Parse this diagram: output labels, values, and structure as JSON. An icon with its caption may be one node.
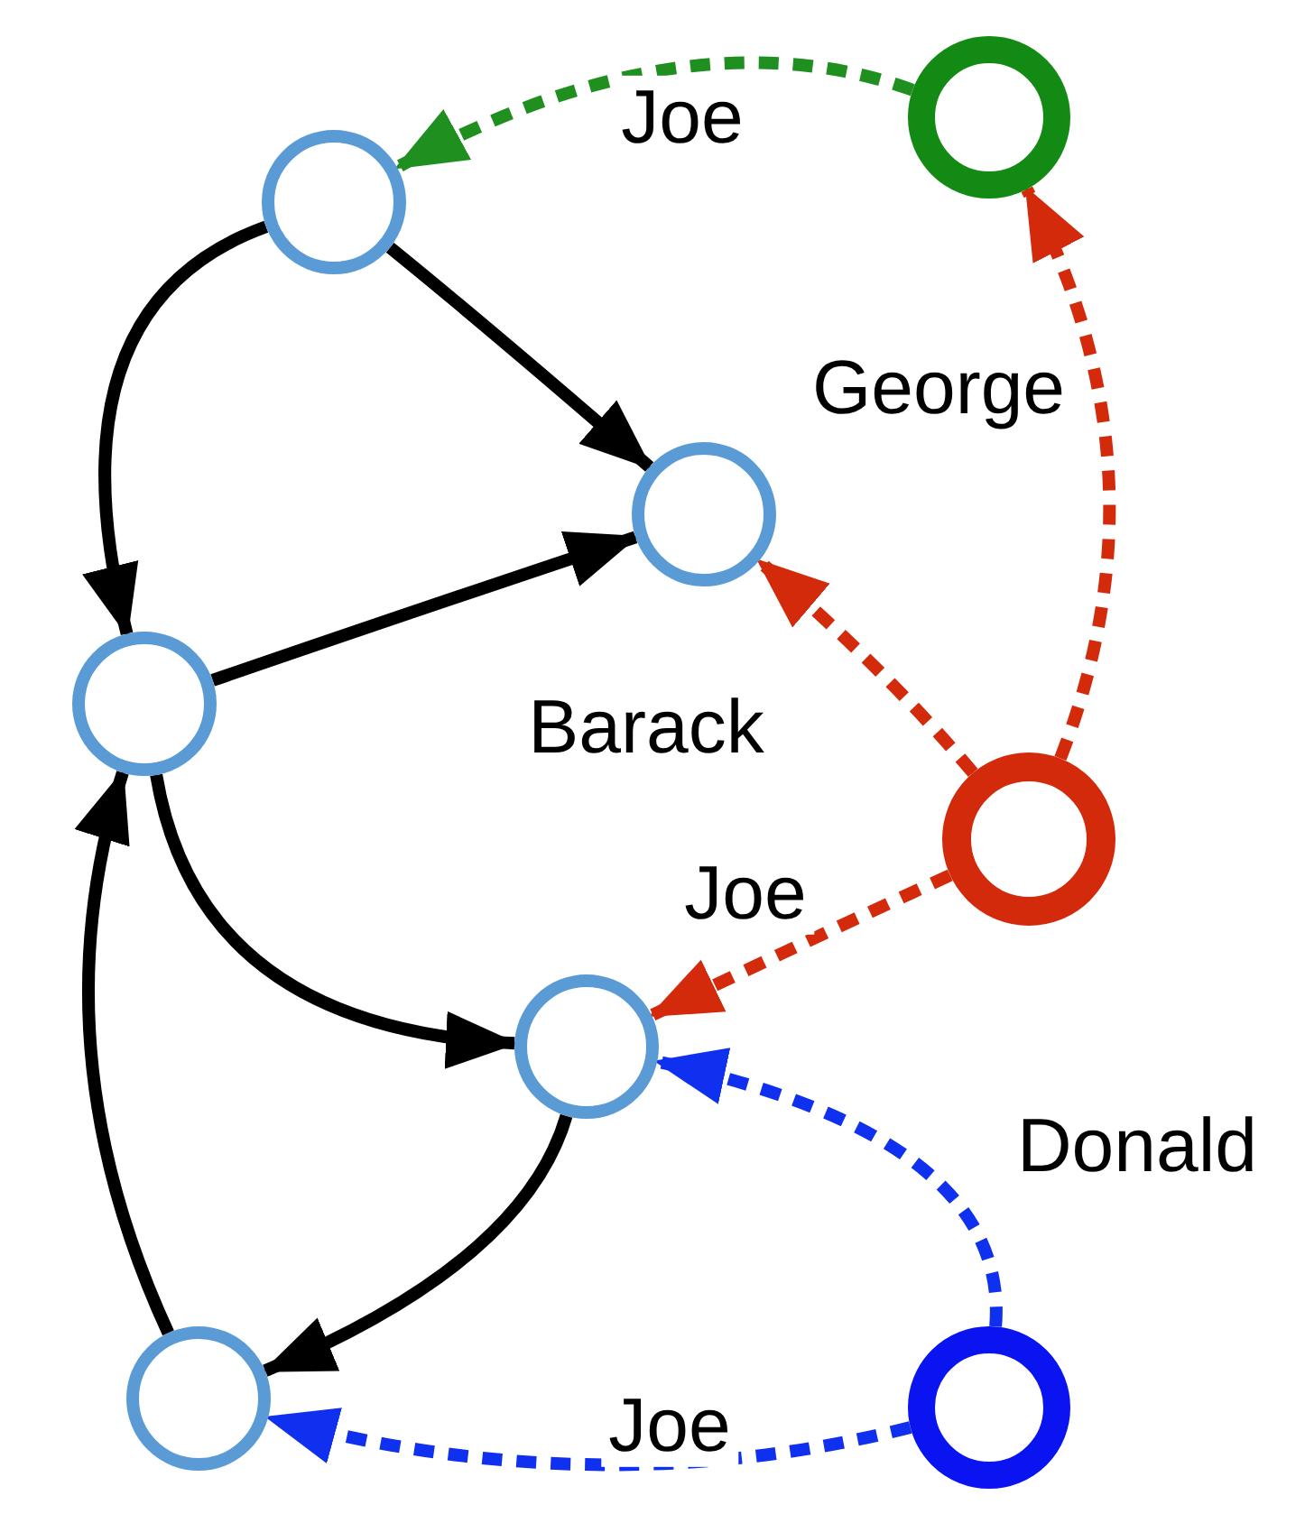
{
  "diagram": {
    "nodes": [
      {
        "text": [],
        "shape": "circle"
      },
      {
        "text": [],
        "shape": "circle"
      },
      {
        "text": [],
        "shape": "circle"
      },
      {
        "text": [],
        "shape": "circle"
      },
      {
        "text": [],
        "shape": "circle"
      },
      {
        "text": [],
        "shape": "circle"
      },
      {
        "text": [],
        "shape": "circle"
      },
      {
        "text": [],
        "shape": "circle"
      }
    ],
    "edges": [
      {
        "from": 0,
        "to": 3,
        "arrow": "to"
      },
      {
        "from": 0,
        "to": 2,
        "arrow": "to"
      },
      {
        "from": 3,
        "to": 2,
        "arrow": "to"
      },
      {
        "from": 3,
        "to": 5,
        "arrow": "to"
      },
      {
        "from": 5,
        "to": 6,
        "arrow": "to"
      },
      {
        "from": 6,
        "to": 3,
        "arrow": "to"
      },
      {
        "from": 1,
        "to": 0,
        "arrow": "to",
        "label": "Joe",
        "style": "dashed",
        "color": "#1f8f1f"
      },
      {
        "from": 4,
        "to": 1,
        "arrow": "to",
        "label": "George",
        "style": "dashed",
        "color": "#d42a0c"
      },
      {
        "from": 4,
        "to": 2,
        "arrow": "to",
        "label": "Barack",
        "style": "dashed",
        "color": "#d42a0c"
      },
      {
        "from": 4,
        "to": 5,
        "arrow": "to",
        "label": "Joe",
        "style": "dashed",
        "color": "#d42a0c"
      },
      {
        "from": 7,
        "to": 5,
        "arrow": "to",
        "label": "Donald",
        "style": "dashed",
        "color": "#1030f0"
      },
      {
        "from": 7,
        "to": 6,
        "arrow": "to",
        "label": "Joe",
        "style": "dashed",
        "color": "#1030f0"
      }
    ]
  }
}
